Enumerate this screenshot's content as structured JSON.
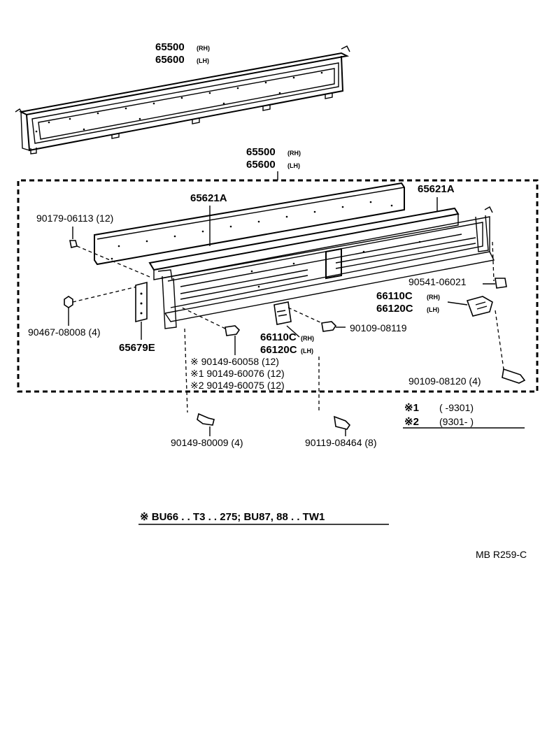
{
  "labels": {
    "top_rh": "65500",
    "top_rh_sfx": "(RH)",
    "top_lh": "65600",
    "top_lh_sfx": "(LH)",
    "mid_rh": "65500",
    "mid_rh_sfx": "(RH)",
    "mid_lh": "65600",
    "mid_lh_sfx": "(LH)",
    "panel_left": "65621A",
    "panel_right": "65621A",
    "nut_left": "90179-06113 (12)",
    "screw_left": "90467-08008 (4)",
    "bracket": "65679E",
    "clip_right": "90541-06021",
    "hinge_right_rh": "66110C",
    "hinge_right_rh_sfx": "(RH)",
    "hinge_right_lh": "66120C",
    "hinge_right_lh_sfx": "(LH)",
    "bolt_mid": "90109-08119",
    "hinge_mid_rh": "66110C",
    "hinge_mid_rh_sfx": "(RH)",
    "hinge_mid_lh": "66120C",
    "hinge_mid_lh_sfx": "(LH)",
    "note_a": "※  90149-60058 (12)",
    "note_b": "※1 90149-60076 (12)",
    "note_c": "※2 90149-60075 (12)",
    "bolt_right": "90109-08120 (4)",
    "bolt_bottom_left": "90149-80009 (4)",
    "bolt_bottom_right": "90119-08464 (8)"
  },
  "legend": {
    "row1_mark": "※1",
    "row1_range": "(        -9301)",
    "row2_mark": "※2",
    "row2_range": "(9301-        )"
  },
  "footnote": "※ BU66 . . T3 . . 275; BU87, 88 . . TW1",
  "reference_code": "MB R259-C"
}
